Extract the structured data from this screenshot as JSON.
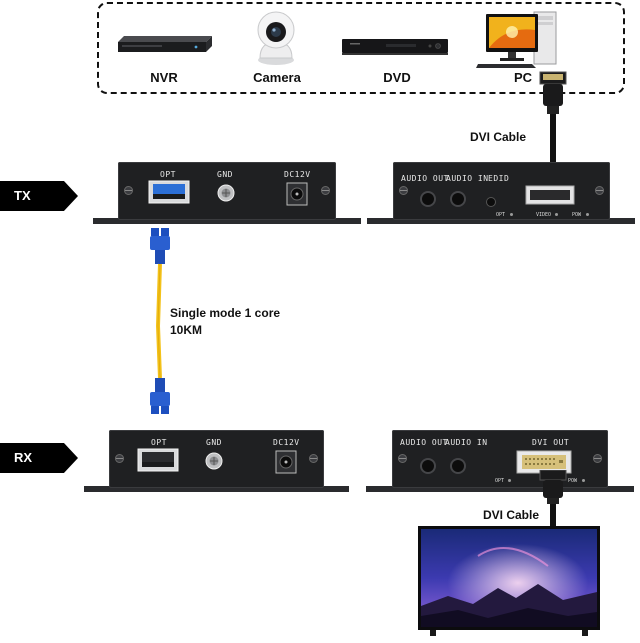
{
  "sources": {
    "nvr_label": "NVR",
    "camera_label": "Camera",
    "dvd_label": "DVD",
    "pc_label": "PC"
  },
  "cables": {
    "dvi_top": "DVI Cable",
    "dvi_bottom": "DVI Cable",
    "fiber_line1": "Single mode 1 core",
    "fiber_line2": "10KM"
  },
  "tx": {
    "tag": "TX",
    "front": {
      "opt": "OPT",
      "gnd": "GND",
      "dc": "DC12V"
    },
    "back": {
      "audio_out": "AUDIO OUT",
      "audio_in": "AUDIO IN",
      "edid": "EDID",
      "led_opt": "OPT",
      "led_video": "VIDEO",
      "led_pow": "POW"
    }
  },
  "rx": {
    "tag": "RX",
    "front": {
      "opt": "OPT",
      "gnd": "GND",
      "dc": "DC12V"
    },
    "back": {
      "audio_out": "AUDIO OUT",
      "audio_in": "AUDIO IN",
      "dvi_out": "DVI OUT",
      "led_opt": "OPT",
      "led_pow": "POW"
    }
  },
  "icons": [
    "nvr-icon",
    "camera-icon",
    "dvd-player-icon",
    "pc-icon",
    "dvi-connector-icon",
    "fiber-cable-icon",
    "tv-icon",
    "sfp-module-icon"
  ]
}
